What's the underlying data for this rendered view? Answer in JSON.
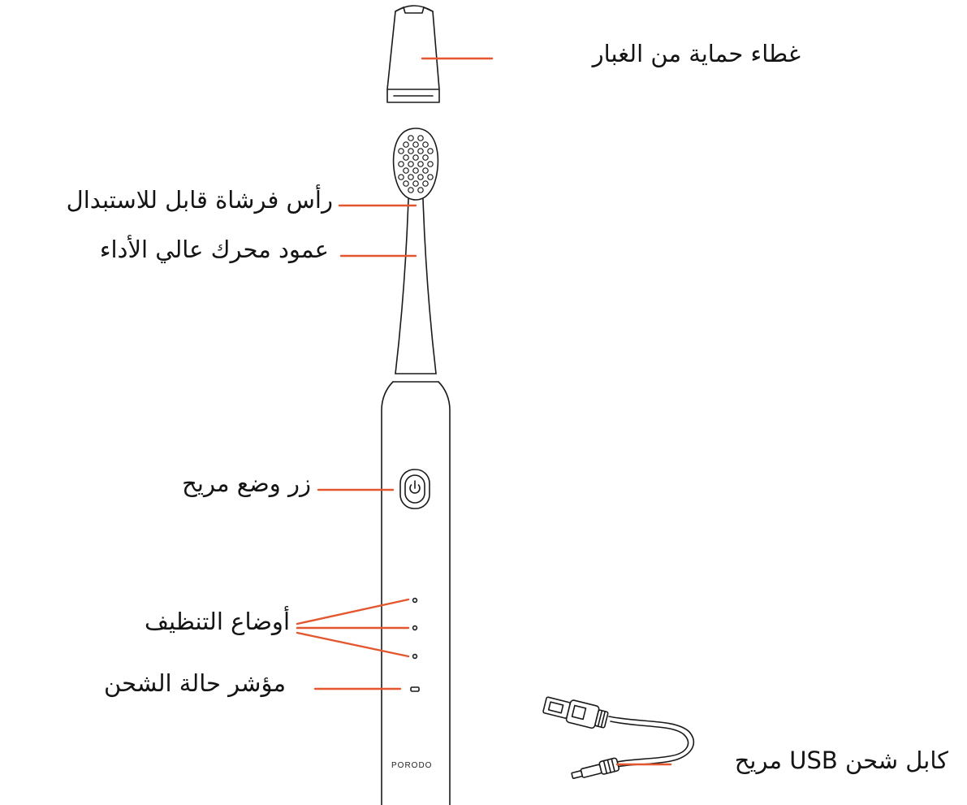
{
  "colors": {
    "leader_line": "#e4572e",
    "outline": "#1a1a1a",
    "text": "#141414",
    "background": "#ffffff"
  },
  "labels": {
    "dust_cap": "غطاء حماية من الغبار",
    "brush_head": "رأس فرشاة قابل للاستبدال",
    "motor_shaft": "عمود محرك عالي الأداء",
    "mode_button": "زر وضع مريح",
    "cleaning_modes": "أوضاع التنظيف",
    "charge_indicator": "مؤشر حالة الشحن",
    "usb_cable": "كابل شحن USB مريح"
  },
  "brand": "PORODO",
  "icons": {
    "power_button": "power-icon"
  }
}
